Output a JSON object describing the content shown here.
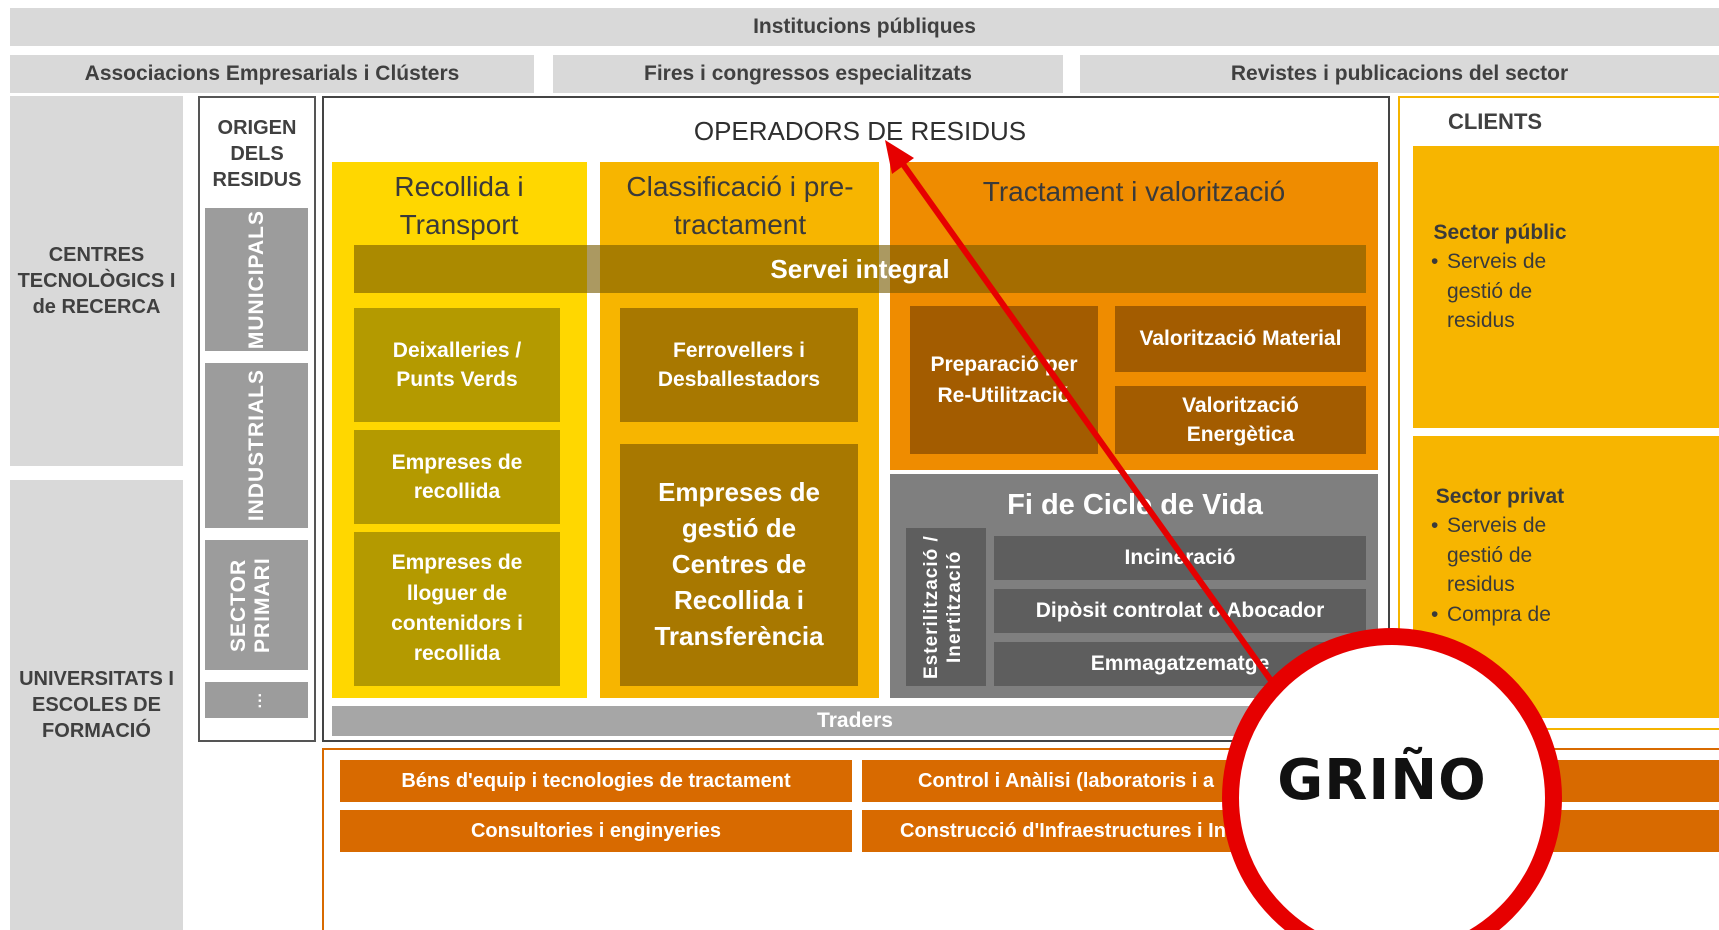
{
  "top": {
    "institutions": "Institucions públiques",
    "associations": "Associacions Empresarials i Clústers",
    "fairs": "Fires i congressos especialitzats",
    "magazines": "Revistes i publicacions del sector"
  },
  "left": {
    "tech_centers": "CENTRES TECNOLÒGICS I de RECERCA",
    "universities": "UNIVERSITATS I ESCOLES DE FORMACIÓ"
  },
  "origin": {
    "title": "ORIGEN DELS RESIDUS",
    "items": [
      "MUNICIPALS",
      "INDUSTRIALS",
      "SECTOR PRIMARI",
      "..."
    ]
  },
  "operators": {
    "title": "OPERADORS DE RESIDUS",
    "col1": {
      "title": "Recollida i Transport",
      "boxes": [
        "Deixalleries / Punts Verds",
        "Empreses de recollida",
        "Empreses de lloguer de contenidors i recollida"
      ]
    },
    "col2": {
      "title": "Classificació i pre-tractament",
      "boxes": [
        "Ferrovellers i Desballestadors",
        "Empreses de gestió de Centres de Recollida i Transferència"
      ]
    },
    "col3": {
      "title": "Tractament i valorització",
      "prep": "Preparació per Re-Utilització",
      "material": "Valorització Material",
      "energy": "Valorització Energètica"
    },
    "integral": "Servei integral",
    "end_of_life": {
      "title": "Fi de Cicle de Vida",
      "side_label": "Esterilització / Inertització",
      "items": [
        "Incineració",
        "Dipòsit controlat o Abocador",
        "Emmagatzematge"
      ]
    },
    "traders": "Traders"
  },
  "clients": {
    "title": "CLIENTS",
    "public": {
      "title": "Sector públic",
      "bullet": "Serveis de gestió de residus"
    },
    "private": {
      "title": "Sector privat",
      "bullet1": "Serveis de gestió de residus",
      "bullet2": "Compra de"
    }
  },
  "bottom": {
    "equipment": "Béns d'equip i tecnologies de tractament",
    "control": "Control i Anàlisi (laboratoris i a",
    "consulting": "Consultories i enginyeries",
    "construction": "Construcció d'Infraestructures i In"
  },
  "overlay": {
    "logo": "GRIÑO",
    "arrow_color": "#e60000",
    "circle_color": "#e60000"
  }
}
